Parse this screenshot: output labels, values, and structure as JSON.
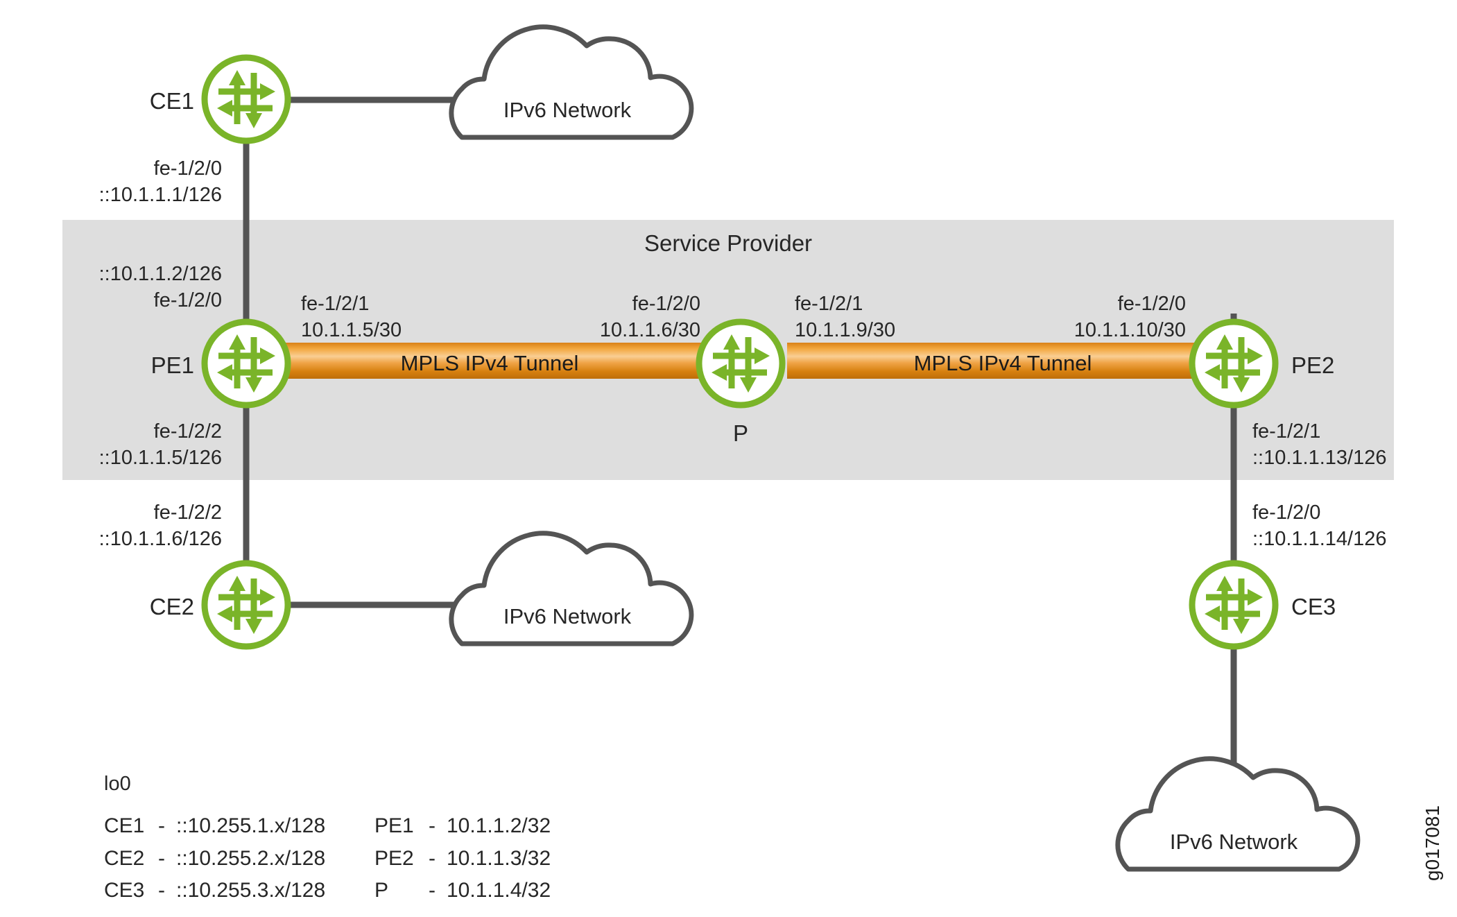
{
  "diagram": {
    "title_region": "Service Provider",
    "doc_id": "g017081",
    "colors": {
      "router_green": "#7AB429",
      "band_gray": "#DEDEDE",
      "link_gray": "#545454",
      "tunnel_orange": "#E8921E",
      "tunnel_orange_light": "#F6C079",
      "tunnel_orange_dark": "#C4760F",
      "text": "#262626"
    },
    "nodes": [
      {
        "id": "ce1",
        "label": "CE1",
        "type": "router"
      },
      {
        "id": "pe1",
        "label": "PE1",
        "type": "router"
      },
      {
        "id": "p",
        "label": "P",
        "type": "router"
      },
      {
        "id": "pe2",
        "label": "PE2",
        "type": "router"
      },
      {
        "id": "ce2",
        "label": "CE2",
        "type": "router"
      },
      {
        "id": "ce3",
        "label": "CE3",
        "type": "router"
      }
    ],
    "clouds": [
      {
        "id": "cloud1",
        "label": "IPv6 Network"
      },
      {
        "id": "cloud2",
        "label": "IPv6 Network"
      },
      {
        "id": "cloud3",
        "label": "IPv6 Network"
      }
    ],
    "tunnels": [
      {
        "id": "tunnel-pe1-p",
        "label": "MPLS IPv4 Tunnel"
      },
      {
        "id": "tunnel-p-pe2",
        "label": "MPLS IPv4 Tunnel"
      }
    ],
    "interfaces": {
      "ce1_down": {
        "iface": "fe-1/2/0",
        "addr": "::10.1.1.1/126"
      },
      "pe1_up": {
        "addr": "::10.1.1.2/126",
        "iface": "fe-1/2/0"
      },
      "pe1_right": {
        "iface": "fe-1/2/1",
        "addr": "10.1.1.5/30"
      },
      "pe1_down": {
        "iface": "fe-1/2/2",
        "addr": "::10.1.1.5/126"
      },
      "p_left": {
        "iface": "fe-1/2/0",
        "addr": "10.1.1.6/30"
      },
      "p_right": {
        "iface": "fe-1/2/1",
        "addr": "10.1.1.9/30"
      },
      "pe2_left": {
        "iface": "fe-1/2/0",
        "addr": "10.1.1.10/30"
      },
      "pe2_down": {
        "iface": "fe-1/2/1",
        "addr": "::10.1.1.13/126"
      },
      "ce2_up": {
        "iface": "fe-1/2/2",
        "addr": "::10.1.1.6/126"
      },
      "ce3_up": {
        "iface": "fe-1/2/0",
        "addr": "::10.1.1.14/126"
      }
    },
    "legend": {
      "heading": "lo0",
      "rows": [
        {
          "left_name": "CE1",
          "left_dash": "-",
          "left_addr": "::10.255.1.x/128",
          "right_name": "PE1",
          "right_dash": "-",
          "right_addr": "10.1.1.2/32"
        },
        {
          "left_name": "CE2",
          "left_dash": "-",
          "left_addr": "::10.255.2.x/128",
          "right_name": "PE2",
          "right_dash": "-",
          "right_addr": "10.1.1.3/32"
        },
        {
          "left_name": "CE3",
          "left_dash": "-",
          "left_addr": "::10.255.3.x/128",
          "right_name": "P",
          "right_dash": "-",
          "right_addr": "10.1.1.4/32"
        }
      ]
    }
  }
}
